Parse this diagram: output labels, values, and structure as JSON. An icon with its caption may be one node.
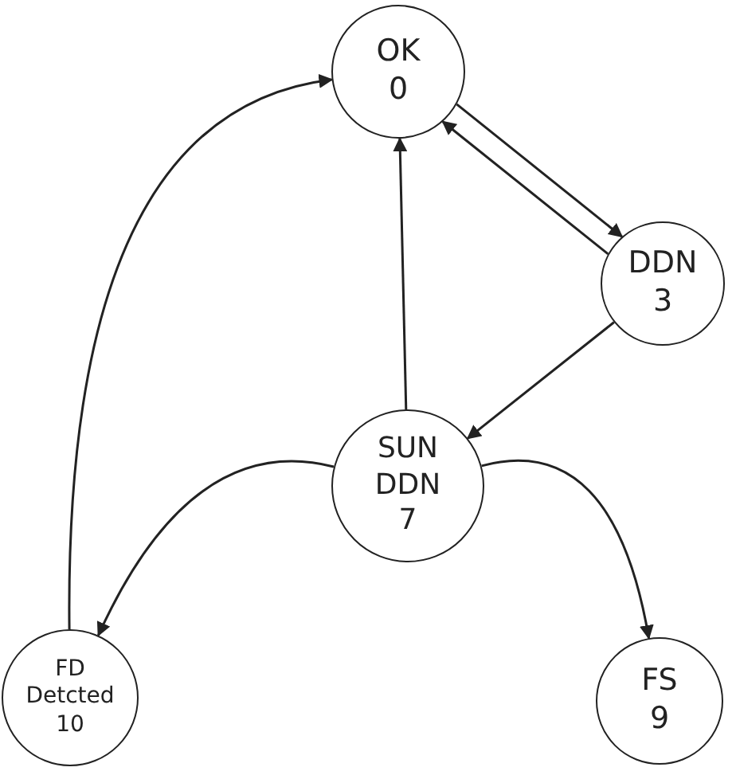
{
  "diagram": {
    "nodes": [
      {
        "text": [
          "OK",
          "0"
        ]
      },
      {
        "text": [
          "DDN",
          "3"
        ]
      },
      {
        "text": [
          "SUN",
          "DDN",
          "7"
        ]
      },
      {
        "text": [
          "FD",
          "Detcted",
          "10"
        ]
      },
      {
        "text": [
          "FS",
          "9"
        ]
      }
    ],
    "edges": [
      {
        "from": 0,
        "to": 1,
        "arrow": "to"
      },
      {
        "from": 1,
        "to": 0,
        "arrow": "to"
      },
      {
        "from": 1,
        "to": 2,
        "arrow": "to"
      },
      {
        "from": 2,
        "to": 0,
        "arrow": "to"
      },
      {
        "from": 2,
        "to": 3,
        "arrow": "to"
      },
      {
        "from": 2,
        "to": 4,
        "arrow": "to"
      },
      {
        "from": 3,
        "to": 0,
        "arrow": "to"
      }
    ]
  }
}
